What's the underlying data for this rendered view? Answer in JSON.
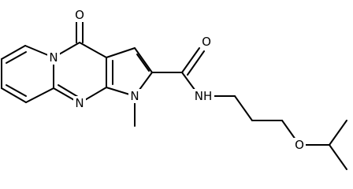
{
  "diagram": {
    "kind": "chemical-structure",
    "atom_labels": {
      "carbonyl_oxygen_ring": "O",
      "ring_nitrogen": "N",
      "pyrimidine_nitrogen": "N",
      "pyrrole_nitrogen": "N",
      "amide_oxygen": "O",
      "amide_nitrogen": "NH",
      "ether_oxygen": "O"
    }
  }
}
